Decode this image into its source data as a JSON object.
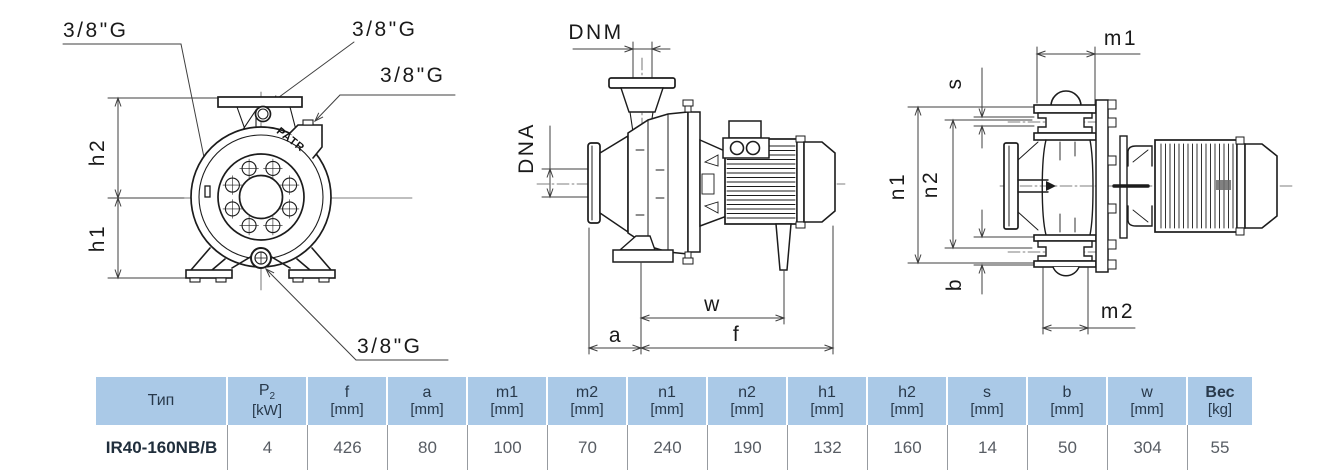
{
  "colors": {
    "table_header_bg": "#aac9e7",
    "header_text": "#28394b",
    "value_text": "#585d64",
    "drawing_line": "#1c1c1c",
    "dimension_line": "#3f3f3f"
  },
  "drawing": {
    "front_view": {
      "port_top_left": "3/8\"G",
      "port_top_right": "3/8\"G",
      "port_right": "3/8\"G",
      "port_bottom": "3/8\"G",
      "dim_h2": "h2",
      "dim_h1": "h1",
      "stamp": "PATR"
    },
    "side_view": {
      "dim_dnm": "DNM",
      "dim_dna": "DNA",
      "dim_w": "w",
      "dim_a": "a",
      "dim_f": "f"
    },
    "top_view": {
      "dim_m1": "m1",
      "dim_s": "s",
      "dim_n1": "n1",
      "dim_n2": "n2",
      "dim_b": "b",
      "dim_m2": "m2"
    }
  },
  "table": {
    "headers": [
      {
        "sym": "Тип",
        "unit": ""
      },
      {
        "sym": "P",
        "sub": "2",
        "unit": "[kW]"
      },
      {
        "sym": "f",
        "unit": "[mm]"
      },
      {
        "sym": "a",
        "unit": "[mm]"
      },
      {
        "sym": "m1",
        "unit": "[mm]"
      },
      {
        "sym": "m2",
        "unit": "[mm]"
      },
      {
        "sym": "n1",
        "unit": "[mm]"
      },
      {
        "sym": "n2",
        "unit": "[mm]"
      },
      {
        "sym": "h1",
        "unit": "[mm]"
      },
      {
        "sym": "h2",
        "unit": "[mm]"
      },
      {
        "sym": "s",
        "unit": "[mm]"
      },
      {
        "sym": "b",
        "unit": "[mm]"
      },
      {
        "sym": "w",
        "unit": "[mm]"
      },
      {
        "sym": "Вес",
        "unit": "[kg]"
      }
    ],
    "row": {
      "type": "IR40-160NB/B",
      "values": [
        "4",
        "426",
        "80",
        "100",
        "70",
        "240",
        "190",
        "132",
        "160",
        "14",
        "50",
        "304",
        "55"
      ]
    }
  }
}
